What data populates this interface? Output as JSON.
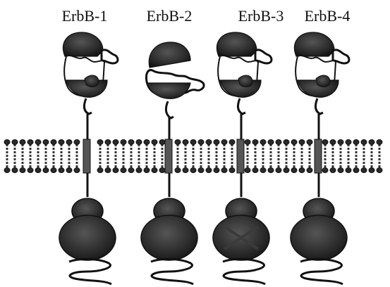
{
  "diagram": {
    "receptors": [
      {
        "label": "ErbB-1",
        "dimerization_arm": "closed"
      },
      {
        "label": "ErbB-2",
        "dimerization_arm": "extended"
      },
      {
        "label": "ErbB-3",
        "dimerization_arm": "closed"
      },
      {
        "label": "ErbB-4",
        "dimerization_arm": "closed"
      }
    ],
    "membrane": "lipid-bilayer",
    "colors": {
      "domain_fill": "#2a2a2a",
      "domain_stroke": "#111111",
      "background": "#ffffff"
    }
  }
}
